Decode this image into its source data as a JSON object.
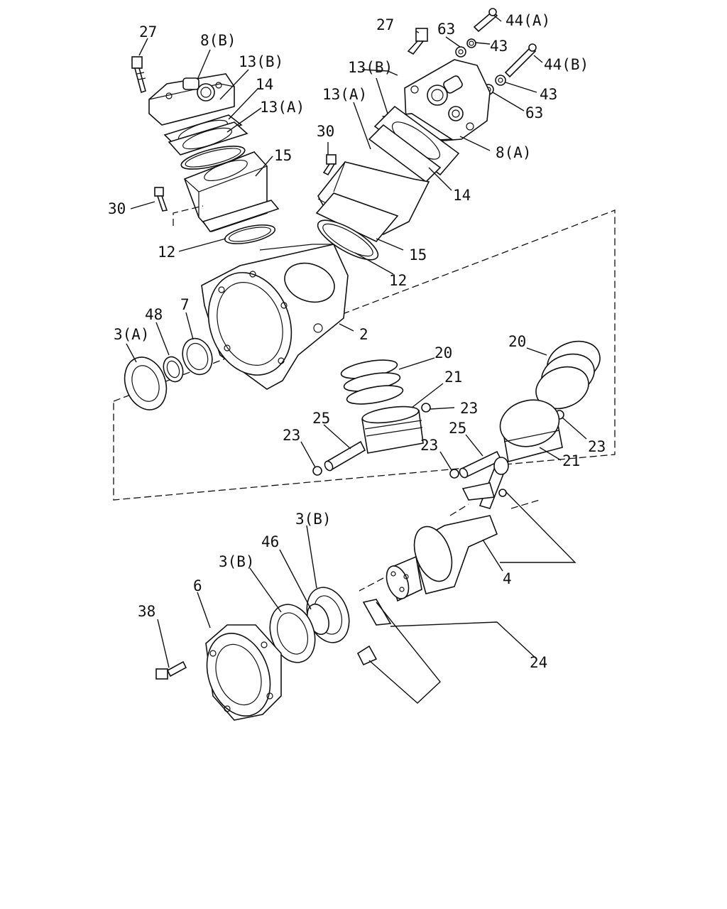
{
  "diagram": {
    "labels": {
      "l27a": "27",
      "l8b": "8(B)",
      "l13b_left": "13(B)",
      "l14_left": "14",
      "l13a_left": "13(A)",
      "l15_left": "15",
      "l30_left": "30",
      "l12_left": "12",
      "l27b": "27",
      "l63a": "63",
      "l44a": "44(A)",
      "l43a": "43",
      "l44b": "44(B)",
      "l43b": "43",
      "l63b": "63",
      "l13b_right": "13(B)",
      "l13a_right": "13(A)",
      "l30_right": "30",
      "l8a": "8(A)",
      "l14_right": "14",
      "l15_right": "15",
      "l12_right": "12",
      "l2": "2",
      "l3a": "3(A)",
      "l48": "48",
      "l7": "7",
      "l20a": "20",
      "l21a": "21",
      "l23a": "23",
      "l25a": "25",
      "l23b": "23",
      "l20b": "20",
      "l23c": "23",
      "l25b": "25",
      "l23d": "23",
      "l21b": "21",
      "l3b_top": "3(B)",
      "l46": "46",
      "l3b_left": "3(B)",
      "l6": "6",
      "l38": "38",
      "l4": "4",
      "l24": "24"
    }
  }
}
